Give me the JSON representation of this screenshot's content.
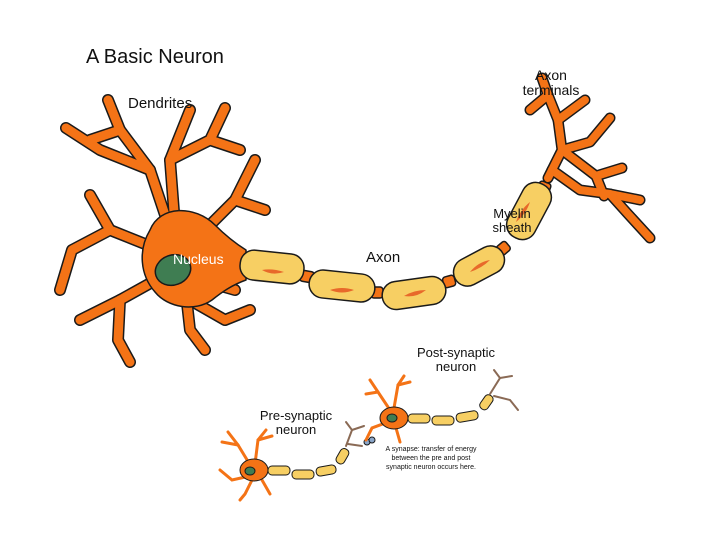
{
  "title": "A Basic Neuron",
  "labels": {
    "dendrites": "Dendrites",
    "nucleus": "Nucleus",
    "axon": "Axon",
    "myelin_sheath": "Myelin sheath",
    "axon_terminals": "Axon terminals",
    "pre_synaptic": "Pre-synaptic neuron",
    "post_synaptic": "Post-synaptic neuron",
    "synapse_note": "A synapse: transfer of energy between the pre and post synaptic neuron occurs here."
  },
  "colors": {
    "cell_body": "#f47316",
    "nucleus": "#3f7d52",
    "myelin": "#f7cf63",
    "myelin_mark": "#e8692a",
    "outline": "#1a1a1a",
    "synapse_vesicle": "#8aa6c9"
  }
}
